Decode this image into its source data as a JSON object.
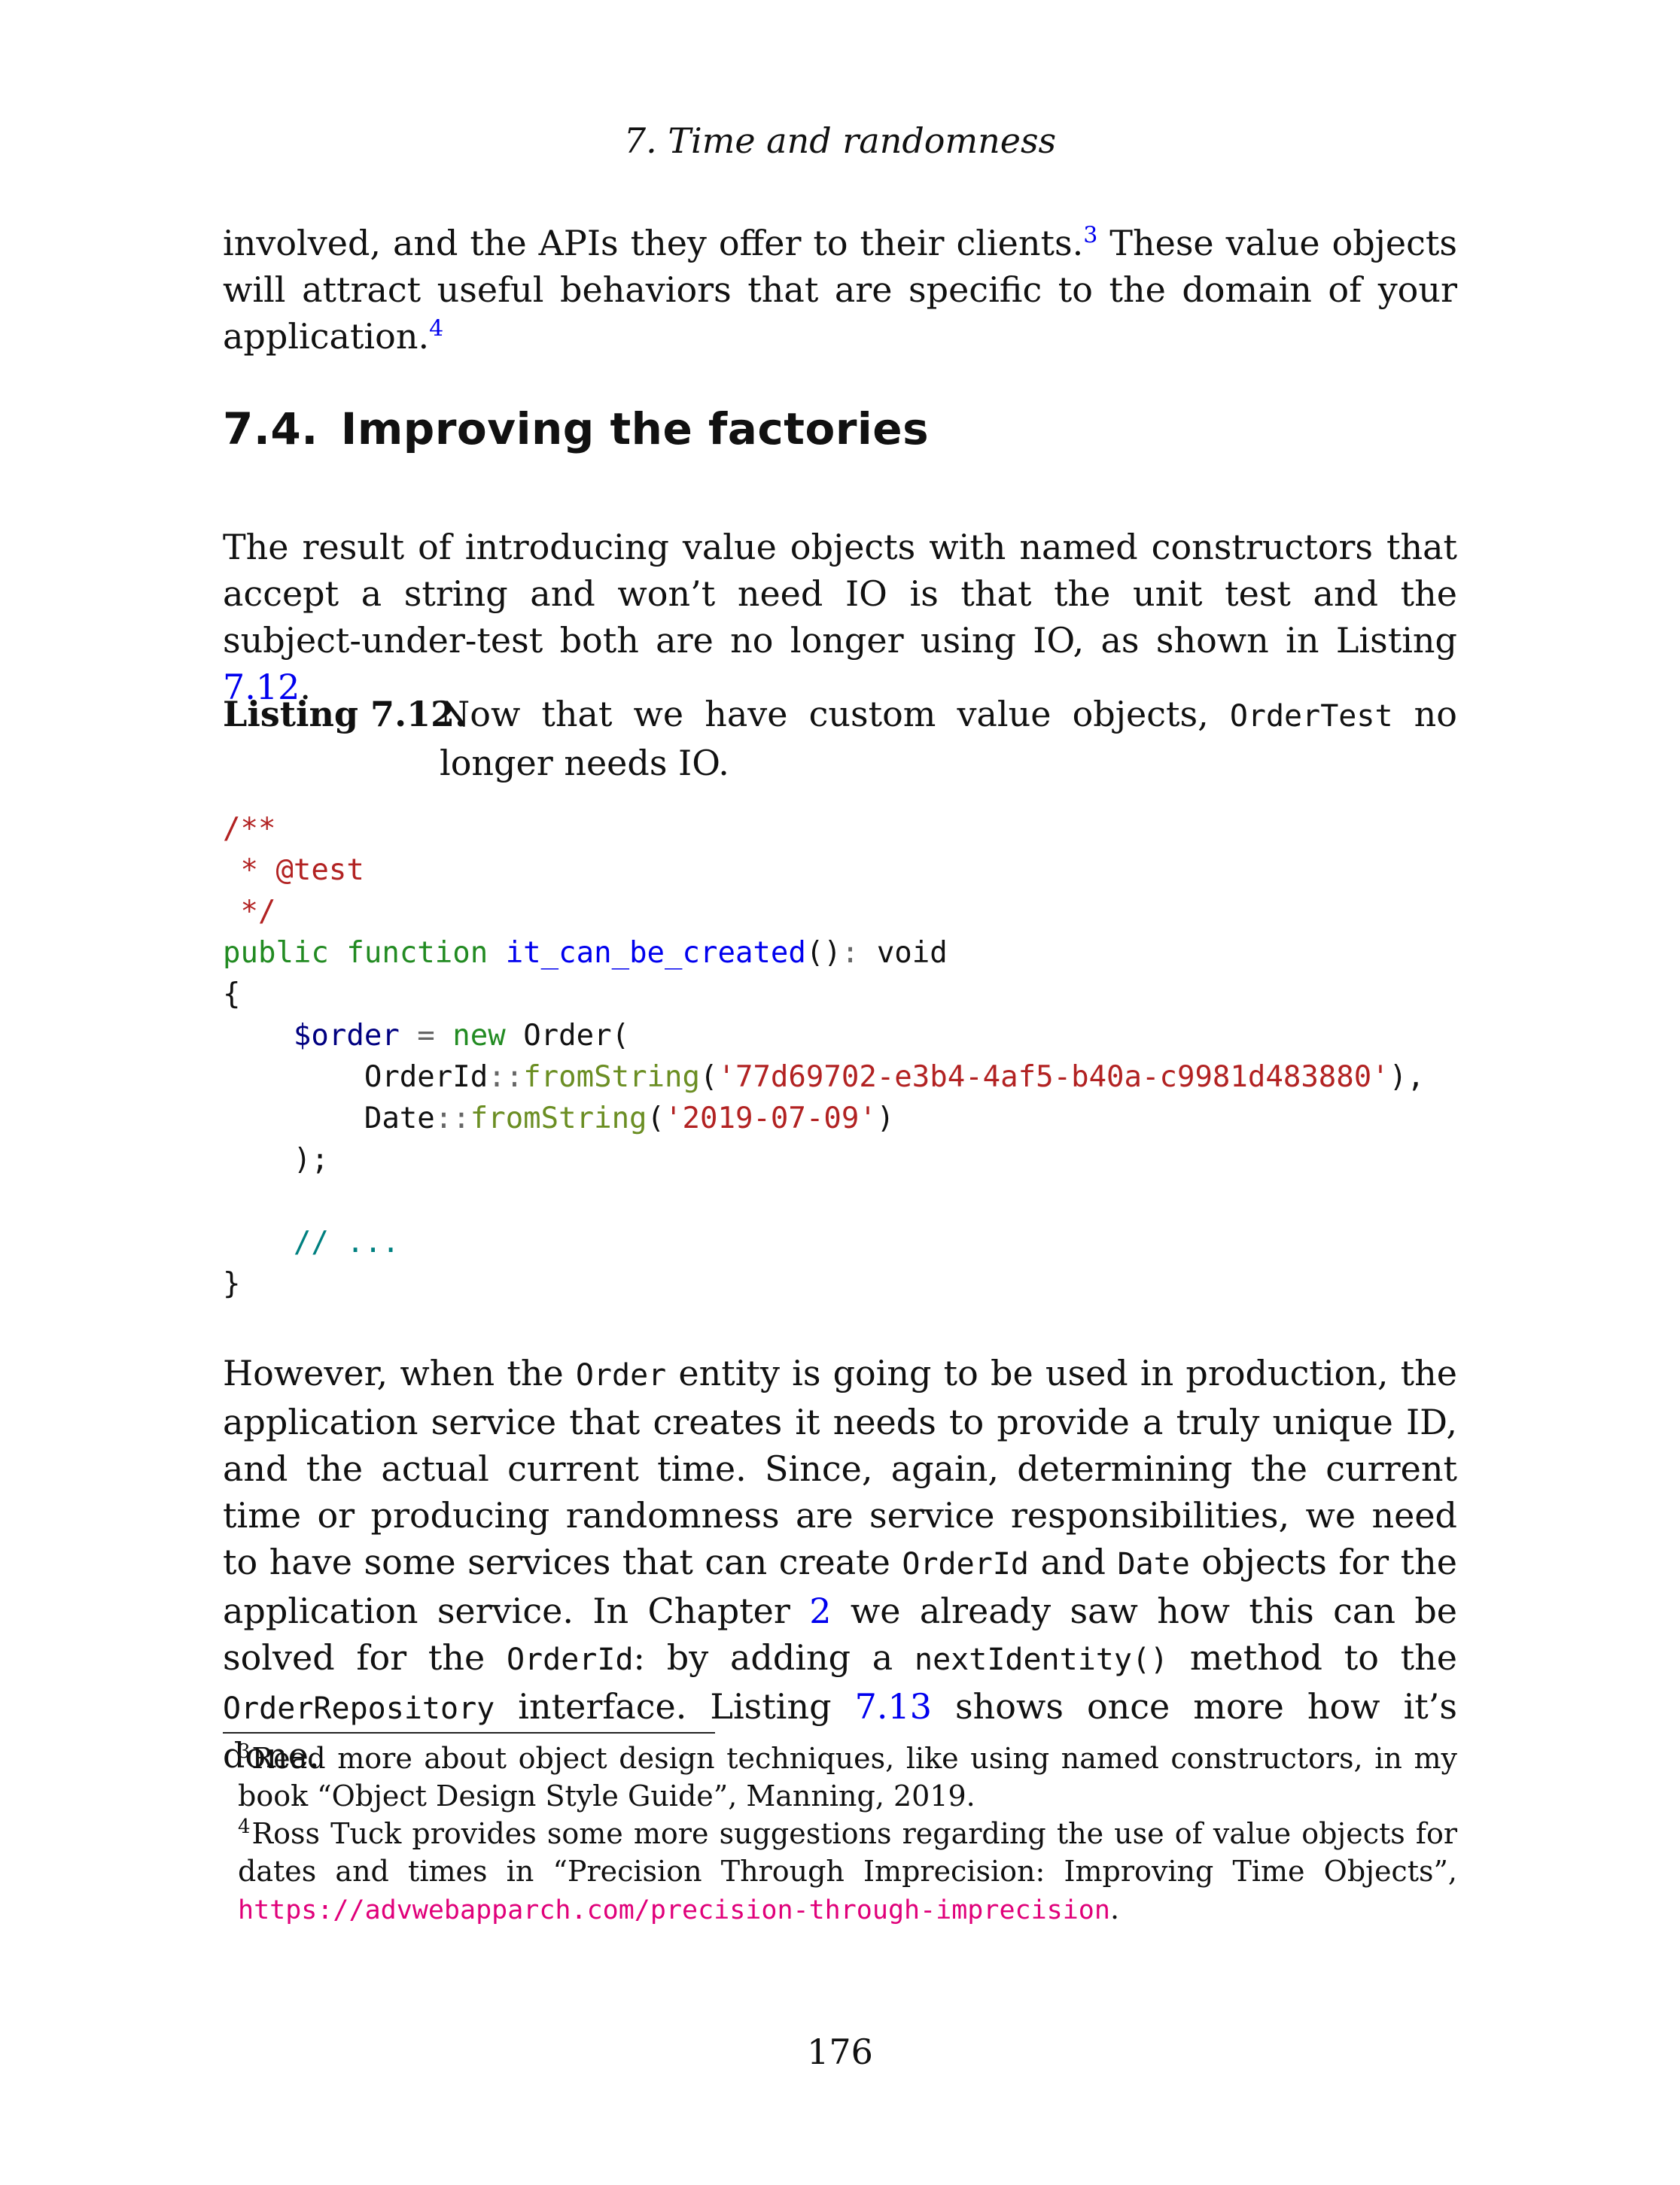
{
  "running_head": "7.  Time and randomness",
  "intro": {
    "line1_before": "involved, and the APIs they offer to their clients.",
    "footnote_ref_1": "3",
    "line1_after": "  These value objects will",
    "line2": "attract useful behaviors that are specific to the domain of your application.",
    "footnote_ref_2": "4"
  },
  "section": {
    "number": "7.4.",
    "title": "Improving the factories"
  },
  "para1": {
    "text": "The result of introducing value objects with named constructors that accept a string and won’t need IO is that the unit test and the subject-under-test both are no longer using IO, as shown in Listing ",
    "listing_ref": "7.12",
    "end": "."
  },
  "caption": {
    "label": "Listing 7.12.",
    "text_before": "Now that we have custom value objects, ",
    "code": "OrderTest",
    "text_after": " no longer needs IO."
  },
  "code": {
    "l1": "/**",
    "l2": " * @test",
    "l3": " */",
    "kw_public": "public",
    "kw_function": "function",
    "fn_name": "it_can_be_created",
    "fn_parens": "()",
    "fn_colon": ":",
    "return_type": "void",
    "open_brace": "{",
    "var_order": "$order",
    "assign": "=",
    "kw_new": "new",
    "class_order": "Order(",
    "class_orderid": "OrderId",
    "scope1": "::",
    "method1": "fromString",
    "paren_open1": "(",
    "str_uuid": "'77d69702-e3b4-4af5-b40a-c9981d483880'",
    "paren_close1": "),",
    "class_date": "Date",
    "scope2": "::",
    "method2": "fromString",
    "paren_open2": "(",
    "str_date": "'2019-07-09'",
    "paren_close2": ")",
    "close_call": ");",
    "line_comment": "// ...",
    "close_brace": "}"
  },
  "para2": {
    "t1": "However, when the ",
    "c1": "Order",
    "t2": " entity is going to be used in production, the application service that creates it needs to provide a truly unique ID, and the actual current time.  Since, again, determining the current time or producing randomness are service responsibilities, we need to have some services that can create ",
    "c2": "OrderId",
    "t3": " and ",
    "c3": "Date",
    "t4": " objects for the application service. In Chapter ",
    "chapter_ref": "2",
    "t5": " we already saw how this can be solved for the ",
    "c4": "OrderId",
    "t6": ": by adding a ",
    "c5": "nextIdentity()",
    "t7": " method to the ",
    "c6": "OrderRepository",
    "t8": " interface. Listing ",
    "listing_ref": "7.13",
    "t9": " shows once more how it’s done."
  },
  "footnotes": [
    {
      "mark": "3",
      "text": "Read more about object design techniques, like using named constructors, in my book “Object Design Style Guide”, Manning, 2019."
    },
    {
      "mark": "4",
      "text": "Ross Tuck provides some more suggestions regarding the use of value objects for dates and times in “Precision Through Imprecision:  Improving Time Objects”, ",
      "url": "https://advwebapparch.com/precision-through-imprecision",
      "end": "."
    }
  ],
  "page_number": "176"
}
